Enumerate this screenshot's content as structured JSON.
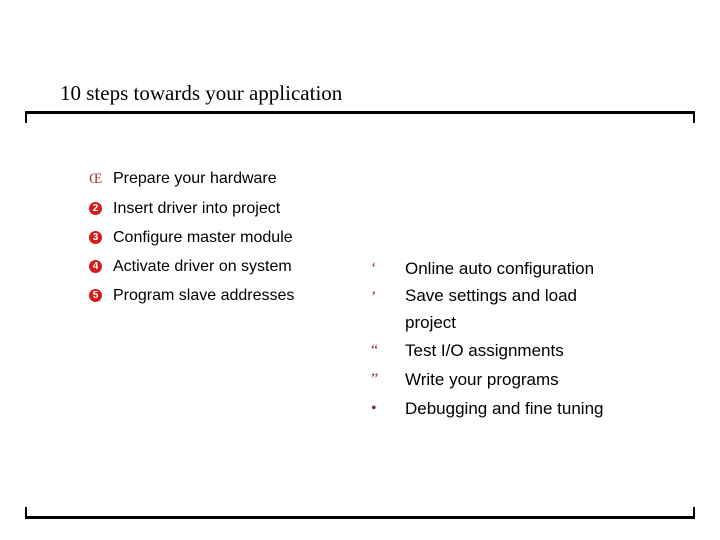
{
  "title": {
    "text": "10 steps towards your application"
  },
  "colors": {
    "background": "#ffffff",
    "rule_black": "#000000",
    "circle_bullet_red": "#d11d1d",
    "glyph_bullet_maroon": "#8e2a2a",
    "text_black": "#000000"
  },
  "left_list": {
    "items": [
      {
        "marker": "Œ",
        "label": "Prepare your hardware"
      },
      {
        "marker": "2",
        "label": "Insert driver into project"
      },
      {
        "marker": "3",
        "label": "Configure master module"
      },
      {
        "marker": "4",
        "label": "Activate driver on system"
      },
      {
        "marker": "5",
        "label": "Program slave addresses"
      }
    ]
  },
  "right_list": {
    "items": [
      {
        "marker": "‘",
        "label": "Online auto configuration"
      },
      {
        "marker": "’",
        "label": "Save settings and load project"
      },
      {
        "marker": "“",
        "label": "Test I/O assignments"
      },
      {
        "marker": "”",
        "label": "Write your programs"
      },
      {
        "marker": "•",
        "label": "Debugging and fine tuning"
      }
    ]
  }
}
